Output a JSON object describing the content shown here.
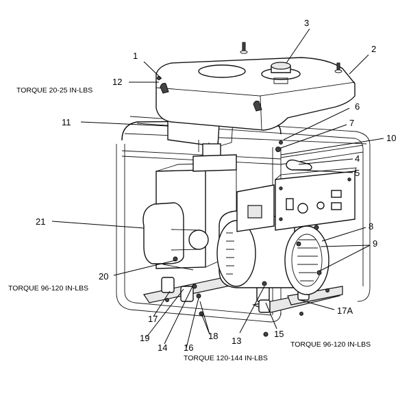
{
  "callouts": {
    "c1": "1",
    "c2": "2",
    "c3": "3",
    "c4": "4",
    "c5": "5",
    "c6": "6",
    "c7": "7",
    "c8": "8",
    "c9": "9",
    "c10": "10",
    "c11": "11",
    "c12": "12",
    "c13": "13",
    "c14": "14",
    "c15": "15",
    "c16": "16",
    "c17": "17",
    "c17a": "17A",
    "c18": "18",
    "c19": "19",
    "c20": "20",
    "c21": "21"
  },
  "torque_notes": {
    "cover": "TORQUE 20-25 IN-LBS",
    "engine_mount": "TORQUE 96-120 IN-LBS",
    "gen_mount": "TORQUE 96-120 IN-LBS",
    "center_mount": "TORQUE 120-144 IN-LBS"
  }
}
